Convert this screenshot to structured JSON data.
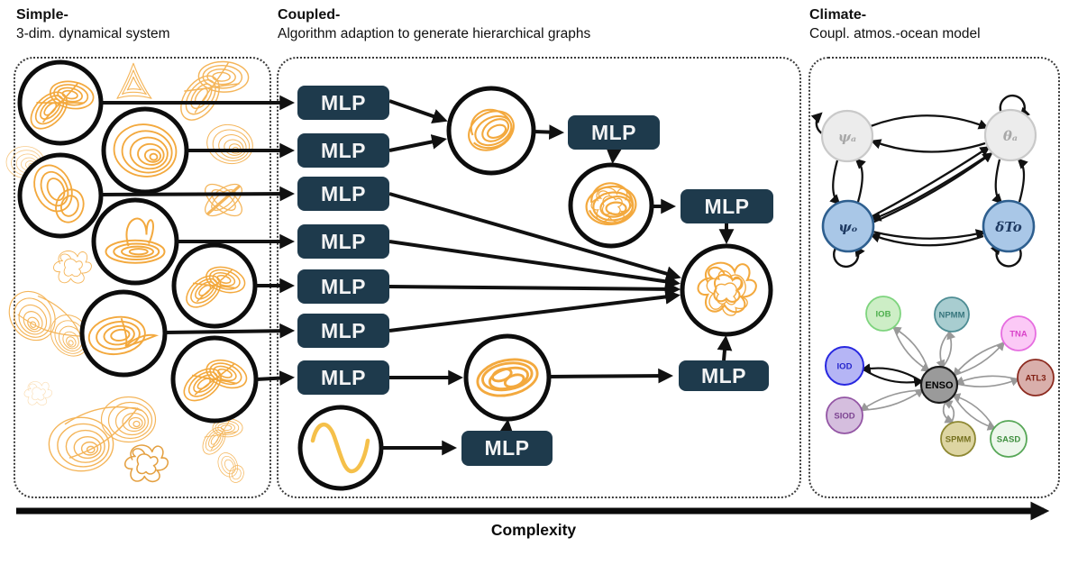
{
  "figure": {
    "panels": [
      {
        "id": "simple",
        "title": "Simple-",
        "subtitle": "3-dim. dynamical system"
      },
      {
        "id": "coupled",
        "title": "Coupled-",
        "subtitle": "Algorithm adaption to generate hierarchical graphs"
      },
      {
        "id": "climate",
        "title": "Climate-",
        "subtitle": "Coupl. atmos.-ocean model"
      }
    ],
    "axis_label": "Complexity",
    "mlp_label": "MLP"
  },
  "colors": {
    "mlp_background": "#1e3a4c",
    "mlp_text": "#f2f3f4",
    "attractor_orange": "#f3a93e",
    "arrow_black": "#111111",
    "edge_gray": "#999999"
  },
  "atmosphere_ocean_graph": {
    "nodes": [
      {
        "id": "psi_a",
        "label": "ψₐ",
        "type": "atmosphere",
        "fill": "#ececec",
        "border": "#c9c9c9",
        "text": "#a8a8a8"
      },
      {
        "id": "theta_a",
        "label": "θₐ",
        "type": "atmosphere",
        "fill": "#ececec",
        "border": "#c9c9c9",
        "text": "#a8a8a8"
      },
      {
        "id": "psi_o",
        "label": "ψₒ",
        "type": "ocean",
        "fill": "#a9c7e7",
        "border": "#2e5f8f",
        "text": "#1f3b63"
      },
      {
        "id": "delta_To",
        "label": "δTo",
        "type": "ocean",
        "fill": "#a9c7e7",
        "border": "#2e5f8f",
        "text": "#1f3b63"
      }
    ]
  },
  "enso_graph": {
    "center": {
      "label": "ENSO",
      "fill": "#9a9a9a",
      "border": "#1a1a1a",
      "text": "#000000"
    },
    "nodes": [
      {
        "label": "IOB",
        "fill": "#cdeec6",
        "border": "#7ed47e",
        "text": "#4cae4c"
      },
      {
        "label": "NPMM",
        "fill": "#a8cdd0",
        "border": "#4e8d94",
        "text": "#37767d"
      },
      {
        "label": "TNA",
        "fill": "#fbc9f6",
        "border": "#e66ee0",
        "text": "#d944c9"
      },
      {
        "label": "ATL3",
        "fill": "#d9afab",
        "border": "#8c2a1f",
        "text": "#801f12"
      },
      {
        "label": "SASD",
        "fill": "#edf7ec",
        "border": "#57a757",
        "text": "#3f8f3f"
      },
      {
        "label": "SPMM",
        "fill": "#ddd5a2",
        "border": "#8e8833",
        "text": "#76711f"
      },
      {
        "label": "SIOD",
        "fill": "#d5bede",
        "border": "#9355a4",
        "text": "#7d4492"
      },
      {
        "label": "IOD",
        "fill": "#b5b5f5",
        "border": "#2727e0",
        "text": "#2525cc"
      }
    ]
  }
}
